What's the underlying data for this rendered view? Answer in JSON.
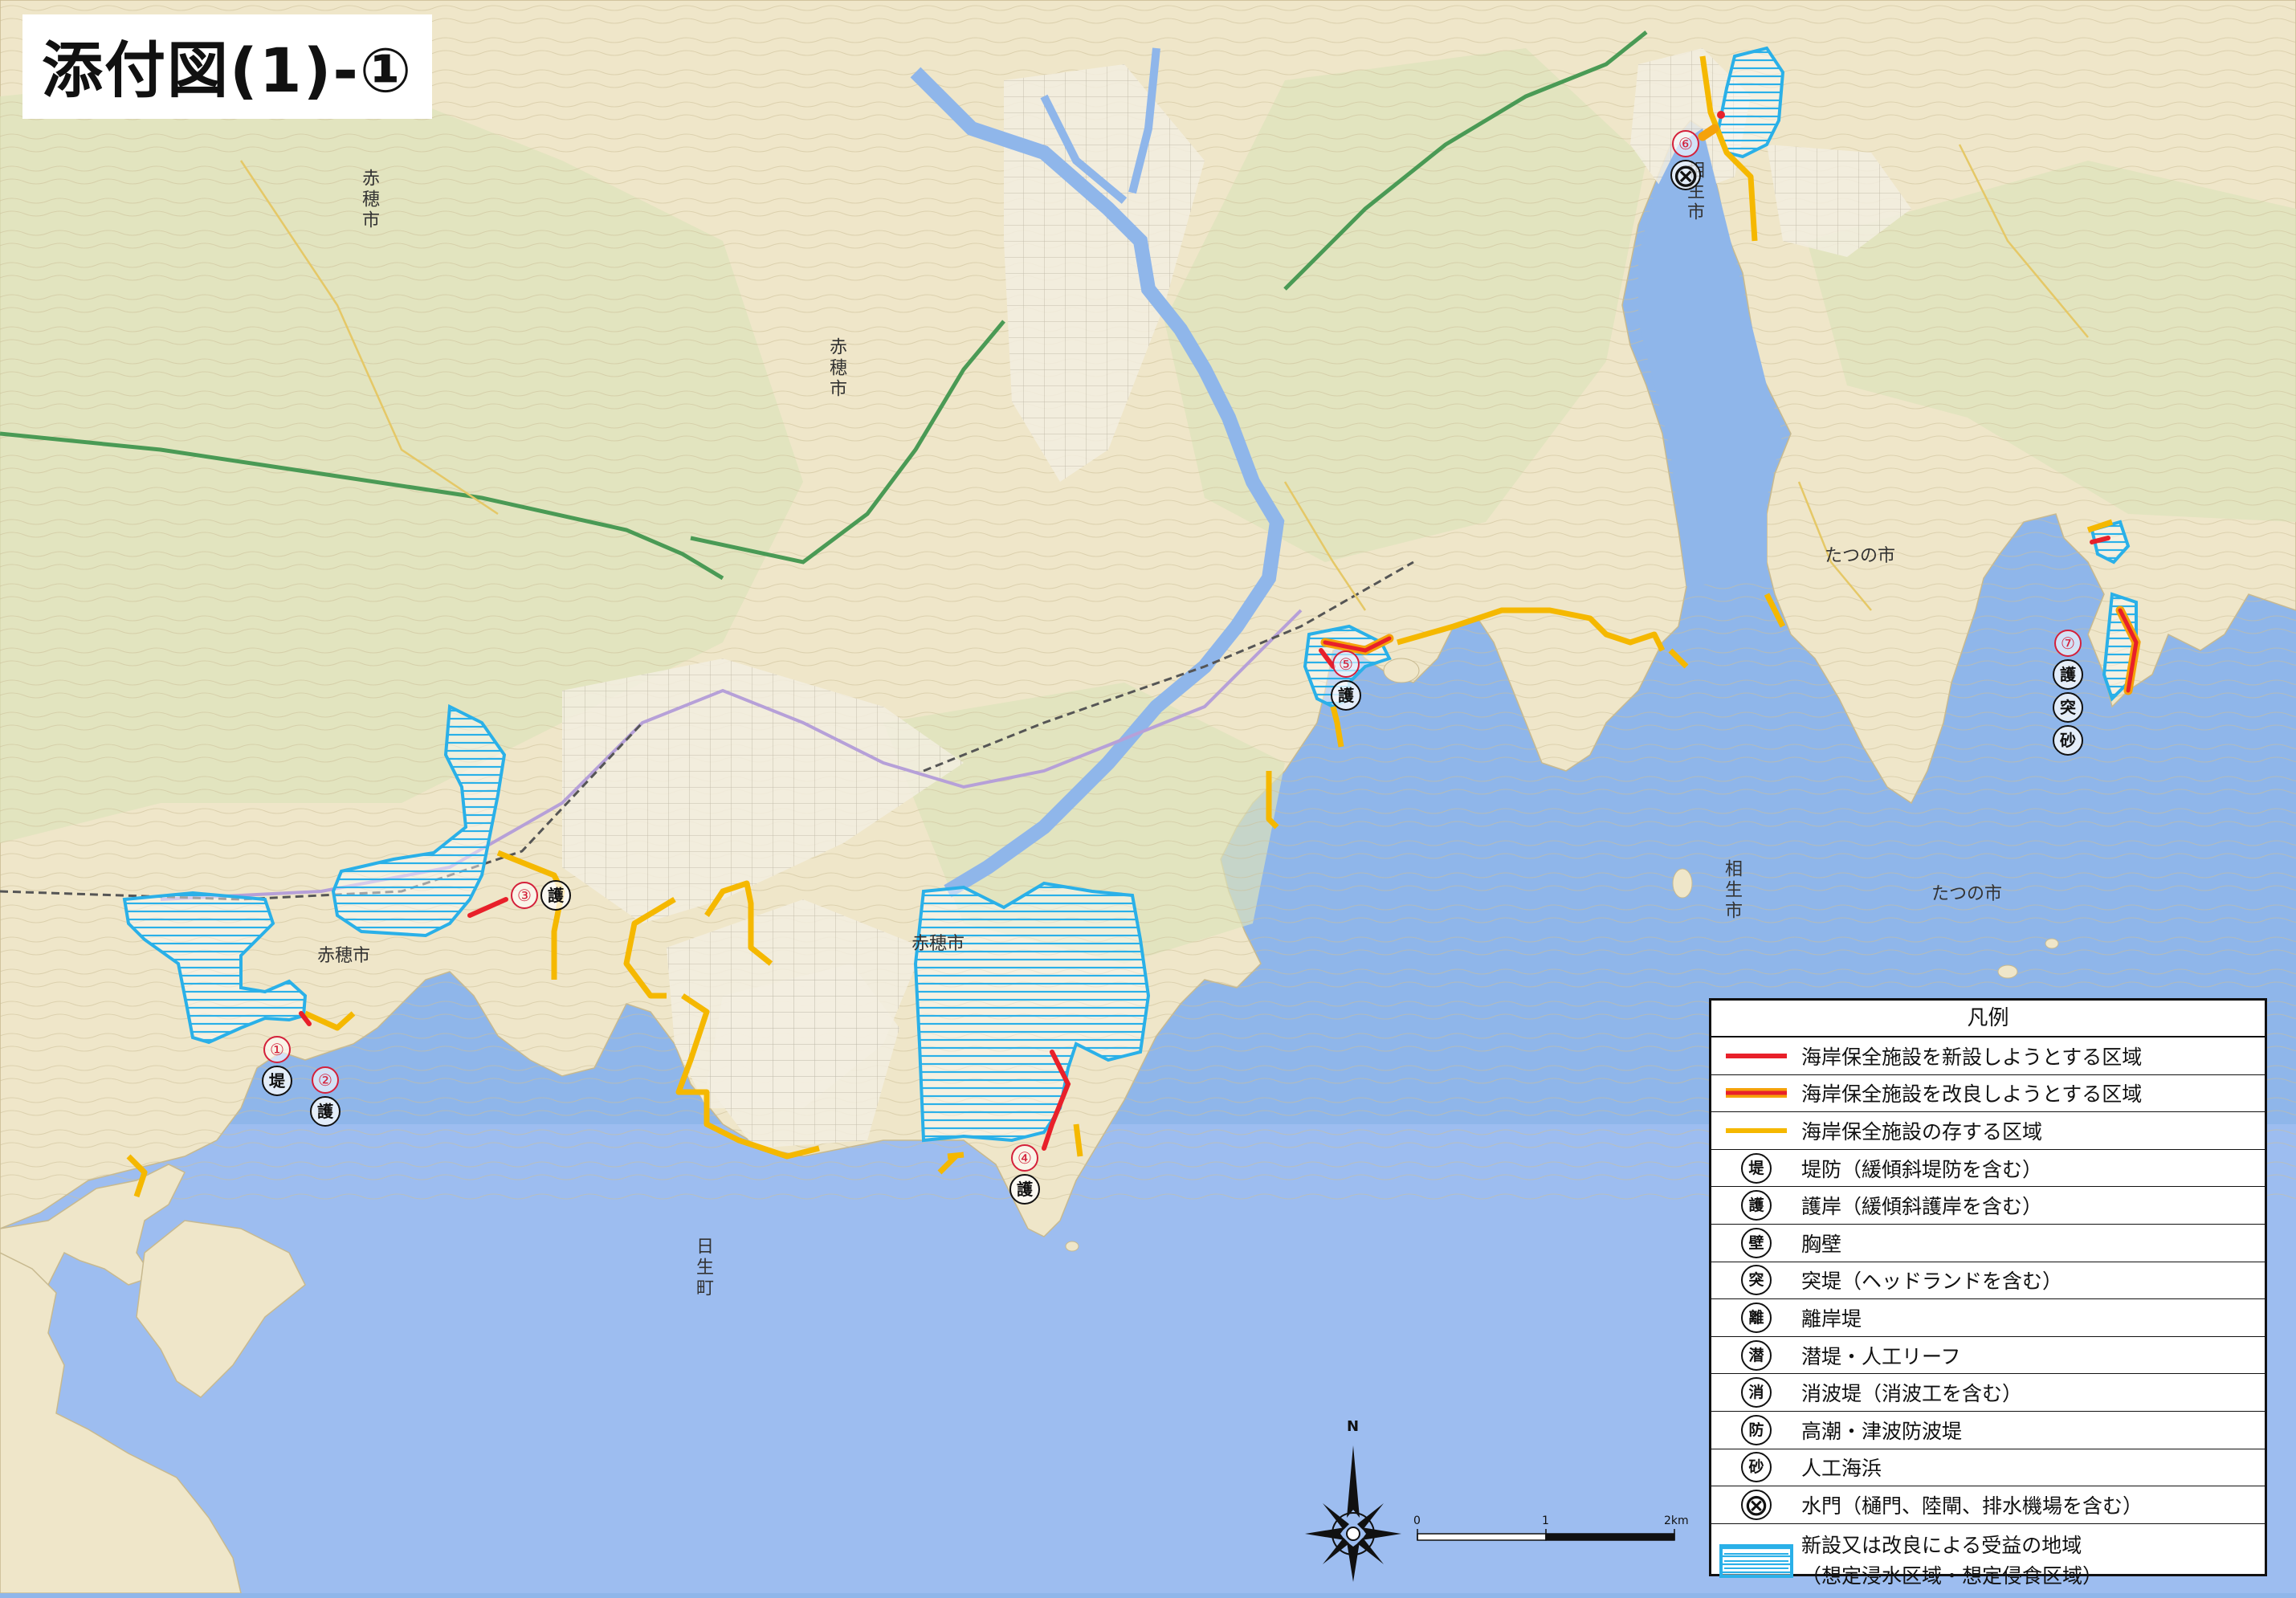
{
  "title": "添付図(1)-①",
  "places": {
    "ako_nw": "赤穂市",
    "ako_center_n": "赤穂市",
    "ako_sw": "赤穂市",
    "ako_center": "赤穂市",
    "aioi_n": "相生市",
    "aioi_s": "相生市",
    "tatsuno_e": "たつの市",
    "tatsuno_s": "たつの市",
    "hinase": "日生町"
  },
  "markers": [
    {
      "num": "①",
      "syms": [
        "堤"
      ]
    },
    {
      "num": "②",
      "syms": [
        "護"
      ]
    },
    {
      "num": "③",
      "syms": [
        "護"
      ]
    },
    {
      "num": "④",
      "syms": [
        "護"
      ]
    },
    {
      "num": "⑤",
      "syms": [
        "護"
      ]
    },
    {
      "num": "⑥",
      "syms": [
        "⨂"
      ]
    },
    {
      "num": "⑦",
      "syms": [
        "護",
        "突",
        "砂"
      ]
    }
  ],
  "legend": {
    "title": "凡例",
    "lines": [
      {
        "label": "海岸保全施設を新設しようとする区域",
        "color": "#e8202a"
      },
      {
        "label": "海岸保全施設を改良しようとする区域",
        "color": "#e8202a",
        "outline": "#f5a20a"
      },
      {
        "label": "海岸保全施設の存する区域",
        "color": "#f5b800"
      }
    ],
    "symbols": [
      {
        "sym": "堤",
        "label": "堤防（緩傾斜堤防を含む）"
      },
      {
        "sym": "護",
        "label": "護岸（緩傾斜護岸を含む）"
      },
      {
        "sym": "壁",
        "label": "胸壁"
      },
      {
        "sym": "突",
        "label": "突堤（ヘッドランドを含む）"
      },
      {
        "sym": "離",
        "label": "離岸堤"
      },
      {
        "sym": "潜",
        "label": "潜堤・人工リーフ"
      },
      {
        "sym": "消",
        "label": "消波堤（消波工を含む）"
      },
      {
        "sym": "防",
        "label": "高潮・津波防波堤"
      },
      {
        "sym": "砂",
        "label": "人工海浜"
      },
      {
        "sym": "⨂",
        "label": "水門（樋門、陸閘、排水機場を含む）"
      }
    ],
    "area_line1": "新設又は改良による受益の地域",
    "area_line2": "（想定浸水区域・想定侵食区域）",
    "area_color": "#2ab0e8"
  },
  "compass": {
    "north": "N"
  },
  "scale": {
    "t0": "0",
    "t1": "1",
    "t2": "2km"
  },
  "colors": {
    "sea": "#8fb6ea",
    "land": "#efe7cf",
    "forest": "#d9dfb8",
    "contour": "#c9b98f"
  }
}
